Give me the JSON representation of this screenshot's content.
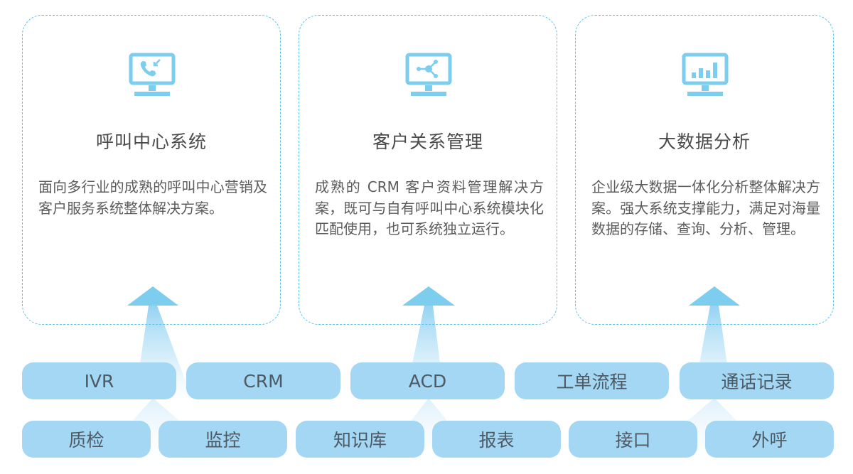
{
  "cards": [
    {
      "icon": "call-center-monitor-icon",
      "title": "呼叫中心系统",
      "description": "面向多行业的成熟的呼叫中心营销及客户服务系统整体解决方案。"
    },
    {
      "icon": "crm-network-monitor-icon",
      "title": "客户关系管理",
      "description": "成熟的 CRM 客户资料管理解决方案，既可与自有呼叫中心系统模块化匹配使用，也可系统独立运行。"
    },
    {
      "icon": "bar-chart-monitor-icon",
      "title": "大数据分析",
      "description": "企业级大数据一体化分析整体解决方案。强大系统支撑能力，满足对海量数据的存储、查询、分析、管理。"
    }
  ],
  "modules_row1": [
    "IVR",
    "CRM",
    "ACD",
    "工单流程",
    "通话记录"
  ],
  "modules_row2": [
    "质检",
    "监控",
    "知识库",
    "报表",
    "接口",
    "外呼"
  ],
  "colors": {
    "accent": "#5bc3ec",
    "pill": "#a3d7f4",
    "icon": "#7dcdef"
  }
}
